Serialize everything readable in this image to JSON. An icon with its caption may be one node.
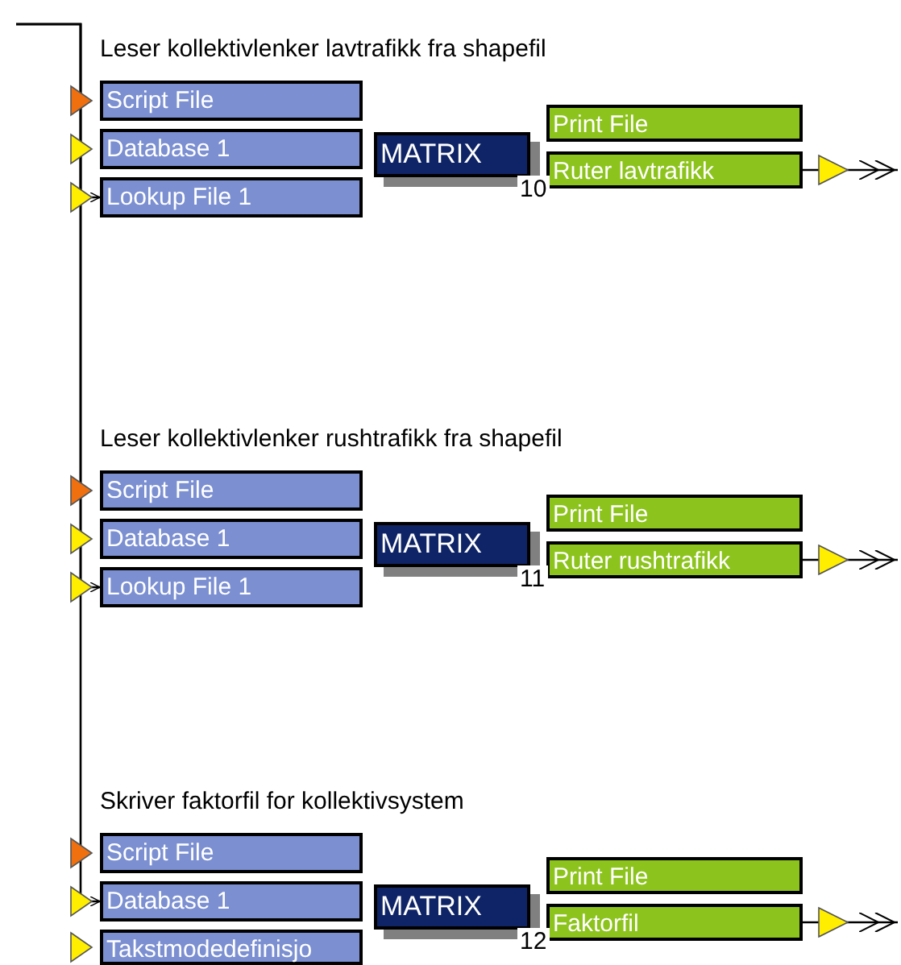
{
  "diagram": {
    "nodes": [
      {
        "text": [
          "Script File"
        ]
      },
      {
        "text": [
          "Database 1"
        ]
      },
      {
        "text": [
          "Lookup File 1"
        ]
      },
      {
        "text": [
          "MATRIX"
        ],
        "beside": [
          "10"
        ]
      },
      {
        "text": [
          "Print File"
        ]
      },
      {
        "text": [
          "Ruter lavtrafikk"
        ]
      },
      {
        "text": [
          "Script File"
        ]
      },
      {
        "text": [
          "Database 1"
        ]
      },
      {
        "text": [
          "Lookup File 1"
        ]
      },
      {
        "text": [
          "MATRIX"
        ],
        "beside": [
          "11"
        ]
      },
      {
        "text": [
          "Print File"
        ]
      },
      {
        "text": [
          "Ruter rushtrafikk"
        ]
      },
      {
        "text": [
          "Script File"
        ]
      },
      {
        "text": [
          "Database 1"
        ]
      },
      {
        "text": [
          "Takstmodedefinisjo"
        ]
      },
      {
        "text": [
          "MATRIX"
        ],
        "beside": [
          "12"
        ]
      },
      {
        "text": [
          "Print File"
        ]
      },
      {
        "text": [
          "Faktorfil"
        ]
      }
    ],
    "edges": [
      {
        "from": null,
        "to": 2,
        "arrow": "to"
      },
      {
        "from": null,
        "to": 8,
        "arrow": "to"
      },
      {
        "from": null,
        "to": 13,
        "arrow": "to"
      },
      {
        "from": 5,
        "to": null,
        "arrow": "to"
      },
      {
        "from": 11,
        "to": null,
        "arrow": "to"
      },
      {
        "from": 17,
        "to": null,
        "arrow": "to"
      }
    ],
    "labels": [
      "Leser kollektivlenker lavtrafikk fra shapefil",
      "Leser kollektivlenker rushtrafikk fra shapefil",
      "Skriver faktorfil for kollektivsystem"
    ]
  }
}
